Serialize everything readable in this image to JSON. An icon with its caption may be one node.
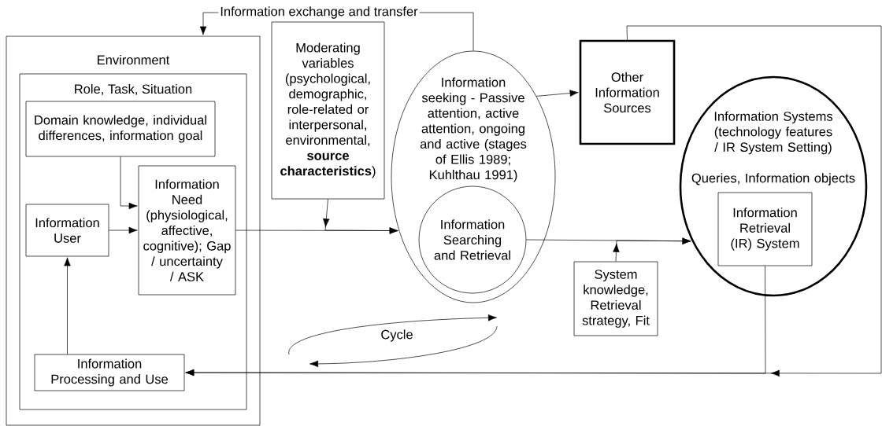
{
  "diagram": {
    "nodes": [
      {
        "text": [
          "Environment"
        ]
      },
      {
        "text": [
          "Role, Task, Situation"
        ],
        "in": 0
      },
      {
        "text": [
          "Domain knowledge, individual differences, information goal"
        ],
        "in": 1
      },
      {
        "text": [
          "Information User"
        ],
        "in": 1
      },
      {
        "text": [
          "Information Need (physiological, affective, cognitive); Gap / uncertainty / ASK"
        ],
        "in": 1
      },
      {
        "text": [
          "Information Processing and Use"
        ],
        "in": 1
      },
      {
        "text": [
          "Moderating variables (psychological, demographic, role-related or interpersonal, environmental, **source characteristics**)"
        ]
      },
      {
        "text": [
          "Information seeking - Passive attention, active attention, ongoing and active (stages of Ellis 1989; Kuhlthau 1991)"
        ]
      },
      {
        "text": [
          "Information Searching and Retrieval"
        ],
        "in": 7
      },
      {
        "text": [
          "Other Information Sources"
        ]
      },
      {
        "text": [
          "Information Systems (technology features / IR System Setting)",
          "Queries, Information objects"
        ]
      },
      {
        "text": [
          "Information Retrieval (IR) System"
        ],
        "in": 10
      },
      {
        "text": [
          "System knowledge, Retrieval strategy, Fit"
        ]
      }
    ],
    "edges": [
      {
        "from": 7,
        "to": 0,
        "arrow": "to",
        "label": "Information exchange and transfer"
      },
      {
        "from": 2,
        "to": 4,
        "arrow": "to"
      },
      {
        "from": 3,
        "to": 4,
        "arrow": "to"
      },
      {
        "from": 5,
        "to": 3,
        "arrow": "to"
      },
      {
        "from": 4,
        "to": 7,
        "arrow": "to"
      },
      {
        "from": 6,
        "to": 7,
        "arrow": "to"
      },
      {
        "from": 7,
        "to": 9,
        "arrow": "to"
      },
      {
        "from": 8,
        "to": 10,
        "arrow": "to"
      },
      {
        "from": 12,
        "to": 10,
        "arrow": "to"
      },
      {
        "from": 11,
        "to": 5,
        "arrow": "to"
      },
      {
        "from": 9,
        "to": 5,
        "arrow": "to"
      }
    ],
    "labels": [
      "Cycle"
    ]
  }
}
